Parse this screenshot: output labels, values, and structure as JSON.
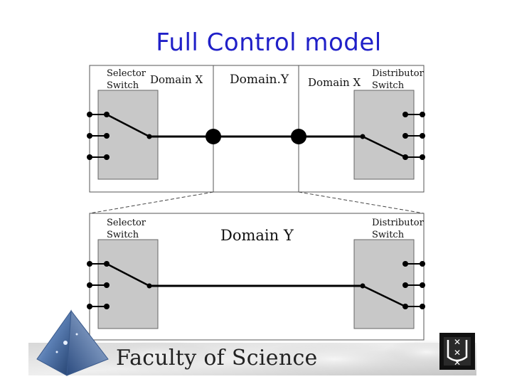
{
  "title": "Full Control model",
  "top_panel": {
    "selector_label": [
      "Selector",
      "Switch"
    ],
    "domain_left": "Domain X",
    "domain_center": "Domain.Y",
    "domain_right": "Domain X",
    "distributor_label": [
      "Distributor",
      "Switch"
    ]
  },
  "bottom_panel": {
    "selector_label": [
      "Selector",
      "Switch"
    ],
    "domain_center": "Domain Y",
    "distributor_label": [
      "Distributor",
      "Switch"
    ]
  },
  "footer": {
    "text": "Faculty of Science",
    "logo_icon": "uva-crest-icon",
    "pyramid_icon": "pyramid-logo-icon"
  },
  "colors": {
    "title": "#2020c8",
    "switch_fill": "#c8c8c8",
    "line": "#000000"
  }
}
